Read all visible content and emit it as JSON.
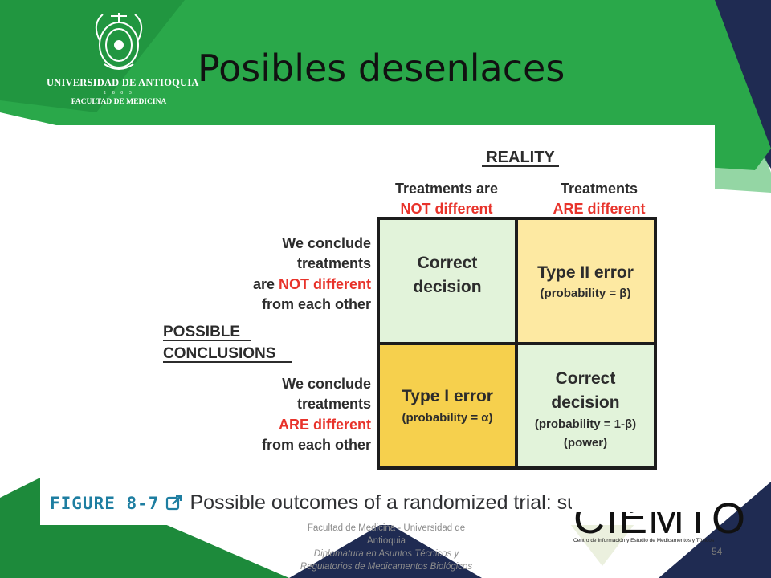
{
  "header": {
    "title": "Posibles desenlaces",
    "logo_university": "UNIVERSIDAD DE ANTIOQUIA",
    "logo_year": "1 8 0 3",
    "logo_faculty": "FACULTAD DE MEDICINA"
  },
  "figure": {
    "reality_heading": "REALITY",
    "col_headers": [
      {
        "line1": "Treatments are",
        "line2": "NOT different"
      },
      {
        "line1": "Treatments",
        "line2": "ARE different"
      }
    ],
    "row_headers": [
      {
        "line1": "We conclude",
        "line2": "treatments",
        "line3_prefix": "are ",
        "line3_highlight": "NOT different",
        "line4": "from each other"
      },
      {
        "line1": "We conclude",
        "line2": "treatments",
        "line3_prefix": "",
        "line3_highlight": "ARE different",
        "line4": "from each other"
      }
    ],
    "conclusions_label": {
      "line1": "POSSIBLE",
      "line2": "CONCLUSIONS"
    },
    "cells": [
      {
        "line1": "Correct",
        "line2": "decision",
        "line3": "",
        "line4": ""
      },
      {
        "line1": "Type II error",
        "line2": "(probability = β)",
        "line3": "",
        "line4": ""
      },
      {
        "line1": "Type I error",
        "line2": "(probability = α)",
        "line3": "",
        "line4": ""
      },
      {
        "line1": "Correct",
        "line2": "decision",
        "line3": "(probability = 1-β)",
        "line4": "(power)"
      }
    ],
    "caption_number": "FIGURE 8-7",
    "caption_text": "Possible outcomes of a randomized trial: summary."
  },
  "footer": {
    "line1": "Facultad de Medicina  -  Universidad de",
    "line2": "Antioquia",
    "line3": "Diplomatura en Asuntos Técnicos y",
    "line4": "Regulatorios de Medicamentos Biológicos"
  },
  "cie_logo": {
    "letters": "CIEMTO",
    "subtitle": "Centro de Información y Estudio de Medicamentos y Tóxicos"
  },
  "page_number": "54",
  "colors": {
    "green": "#2aa84a",
    "dark_green": "#1d8a3b",
    "navy": "#1f2b52",
    "red_text": "#e8332b",
    "cell_green": "#e2f3da",
    "cell_yellow_light": "#fde9a2",
    "cell_yellow": "#f6d04d",
    "caption_blue": "#1e7ea1"
  }
}
